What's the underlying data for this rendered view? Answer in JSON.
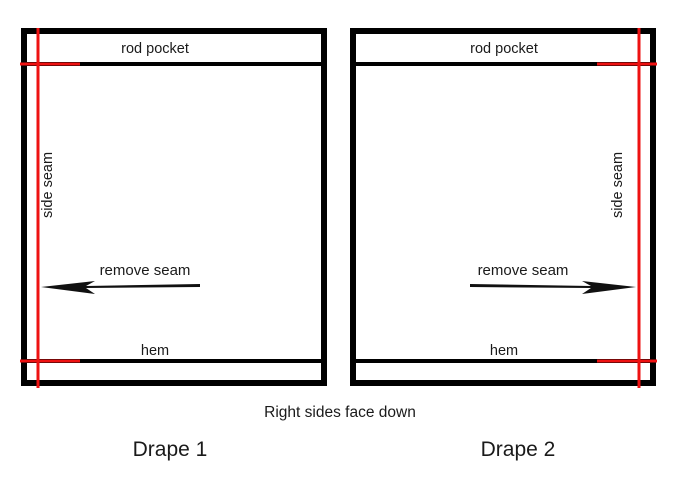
{
  "figure": {
    "caption": "Right sides face down",
    "accent_color": "#ee1111",
    "line_color": "#000000",
    "background": "#ffffff"
  },
  "panels": [
    {
      "id": "drape-1",
      "title": "Drape 1",
      "rod_pocket_label": "rod pocket",
      "hem_label": "hem",
      "side_seam_label": "side seam",
      "remove_seam_label": "remove seam",
      "seam_side": "left",
      "arrow_direction": "left"
    },
    {
      "id": "drape-2",
      "title": "Drape 2",
      "rod_pocket_label": "rod pocket",
      "hem_label": "hem",
      "side_seam_label": "side seam",
      "remove_seam_label": "remove seam",
      "seam_side": "right",
      "arrow_direction": "right"
    }
  ]
}
